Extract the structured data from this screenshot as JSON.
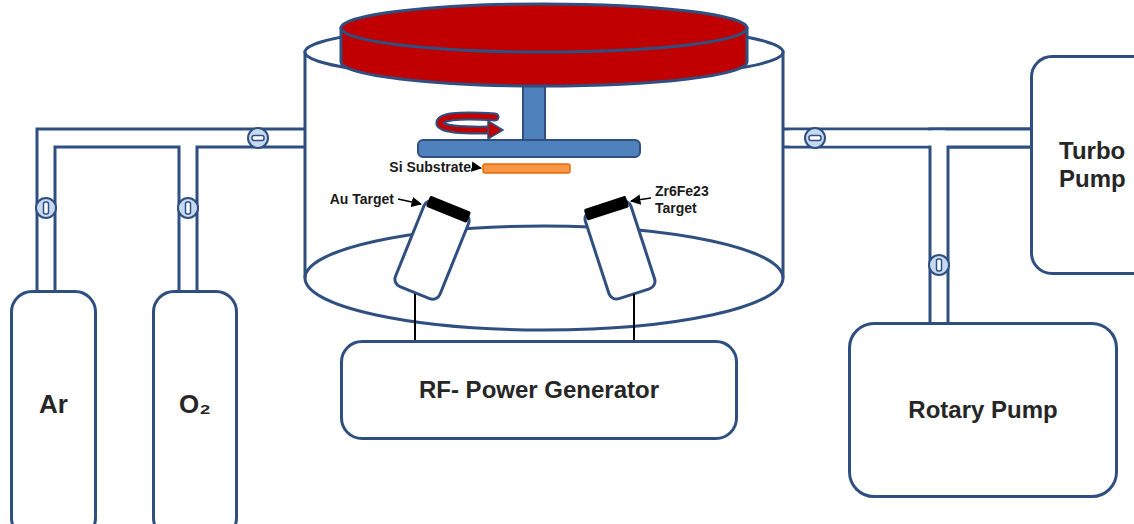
{
  "diagram": {
    "nodes": [
      {
        "text": [
          "Ar"
        ]
      },
      {
        "text": [
          "O₂"
        ]
      },
      {
        "text": [
          "RF- Power Generator"
        ]
      },
      {
        "text": [
          "Turbo Pump"
        ]
      },
      {
        "text": [
          "Rotary Pump"
        ]
      }
    ],
    "edges": [
      {
        "from": 4,
        "to": 3,
        "arrow": "none"
      }
    ],
    "labels": [
      "Si Substrate",
      "Au Target",
      "Zr6Fe23 Target"
    ]
  }
}
